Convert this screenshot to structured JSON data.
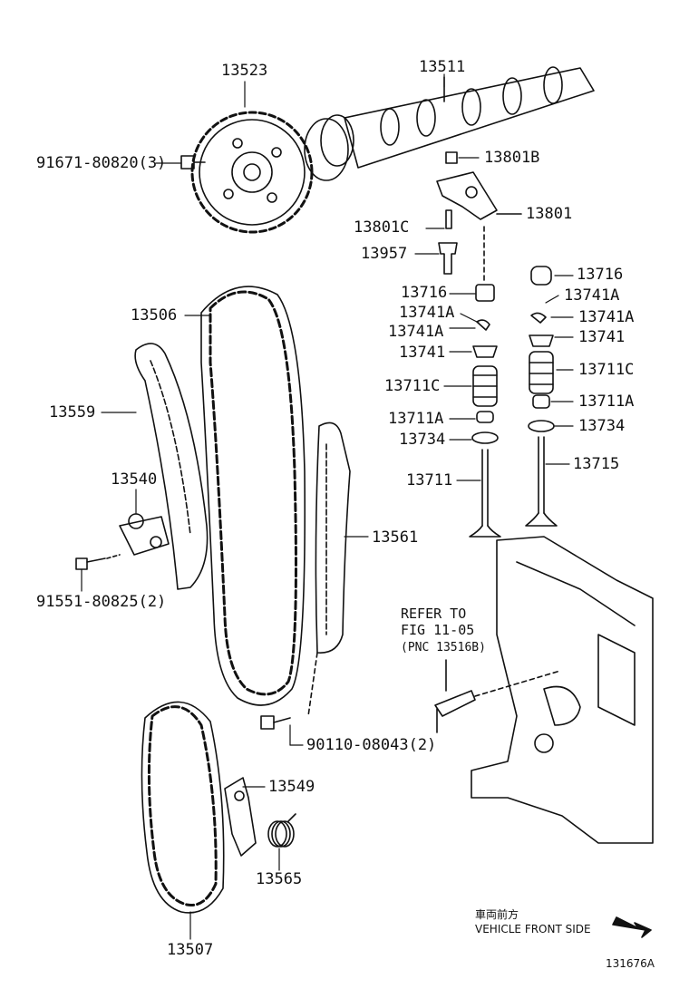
{
  "labels": {
    "p13523": "13523",
    "p13511": "13511",
    "p91671": "91671-80820(3)",
    "p13801B": "13801B",
    "p13801C": "13801C",
    "p13801": "13801",
    "p13957": "13957",
    "p13716_left": "13716",
    "p13716_right": "13716",
    "p13741A_r1": "13741A",
    "p13741A_r2": "13741A",
    "p13741A_l1": "13741A",
    "p13741A_l2": "13741A",
    "p13506": "13506",
    "p13741_left": "13741",
    "p13741_right": "13741",
    "p13559": "13559",
    "p13711C_left": "13711C",
    "p13711C_right": "13711C",
    "p13711A_right": "13711A",
    "p13711A_left": "13711A",
    "p13734_right": "13734",
    "p13734_left": "13734",
    "p13715": "13715",
    "p13540": "13540",
    "p13711": "13711",
    "p13561": "13561",
    "p91551": "91551-80825(2)",
    "p90110": "90110-08043(2)",
    "p13549": "13549",
    "p13565": "13565",
    "p13507": "13507"
  },
  "reference": {
    "line1": "REFER TO",
    "line2": "FIG 11-05",
    "line3": "(PNC 13516B)"
  },
  "orientation": {
    "japanese": "車両前方",
    "english": "VEHICLE FRONT SIDE"
  },
  "illustration_id": "131676A",
  "colors": {
    "ink": "#111111",
    "paper": "#ffffff"
  }
}
